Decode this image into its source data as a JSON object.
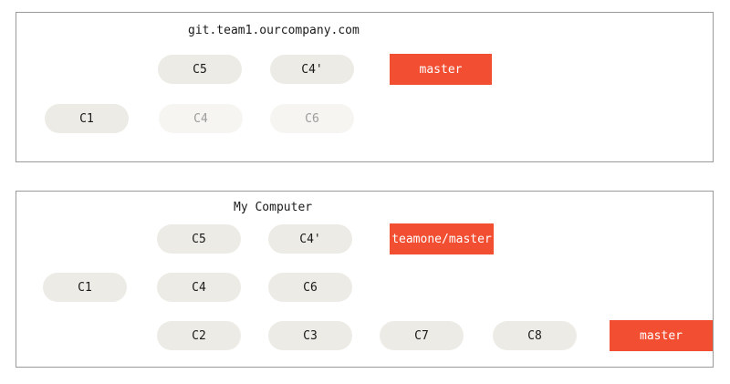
{
  "top": {
    "title": "git.team1.ourcompany.com",
    "commits": {
      "c5": "C5",
      "c4p": "C4'",
      "c1": "C1",
      "c4": "C4",
      "c6": "C6"
    },
    "branch": "master"
  },
  "bottom": {
    "title": "My Computer",
    "commits": {
      "c5": "C5",
      "c4p": "C4'",
      "c1": "C1",
      "c4": "C4",
      "c6": "C6",
      "c2": "C2",
      "c3": "C3",
      "c7": "C7",
      "c8": "C8"
    },
    "branches": {
      "remote": "teamone/master",
      "local": "master"
    }
  },
  "colors": {
    "branch": "#f14e32",
    "commit": "#edebe6",
    "commit_faded": "#f6f5f2",
    "arrow": "#8a8a8a",
    "arrow_faded": "#c4c4c4"
  }
}
